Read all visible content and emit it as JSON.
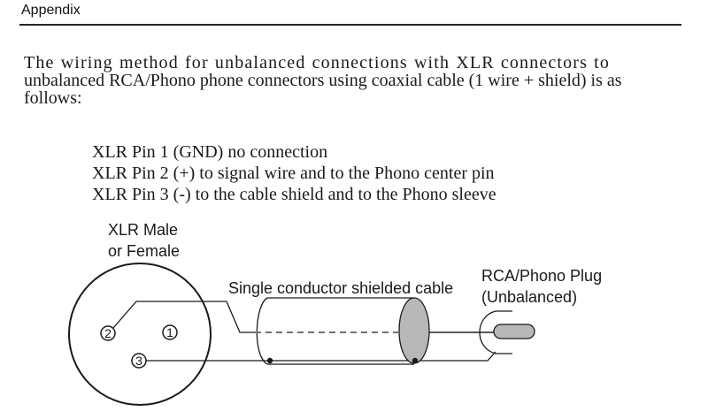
{
  "header": {
    "title": "Appendix"
  },
  "intro": {
    "line1": "The wiring method for unbalanced connections with XLR connectors to",
    "line2": "unbalanced RCA/Phono phone connectors using coaxial cable (1 wire + shield) is as",
    "line3": "follows:"
  },
  "pins": [
    "XLR Pin 1 (GND) no connection",
    "XLR Pin 2 (+) to signal wire and to the Phono center pin",
    "XLR Pin 3 (-) to the cable shield and to the Phono sleeve"
  ],
  "diagram": {
    "xlr_label_line1": "XLR Male",
    "xlr_label_line2": "or Female",
    "cable_label": "Single conductor shielded cable",
    "rca_label_line1": "RCA/Phono Plug",
    "rca_label_line2": "(Unbalanced)",
    "pin1": "1",
    "pin2": "2",
    "pin3": "3",
    "shield_color": "#b8b8b8"
  }
}
